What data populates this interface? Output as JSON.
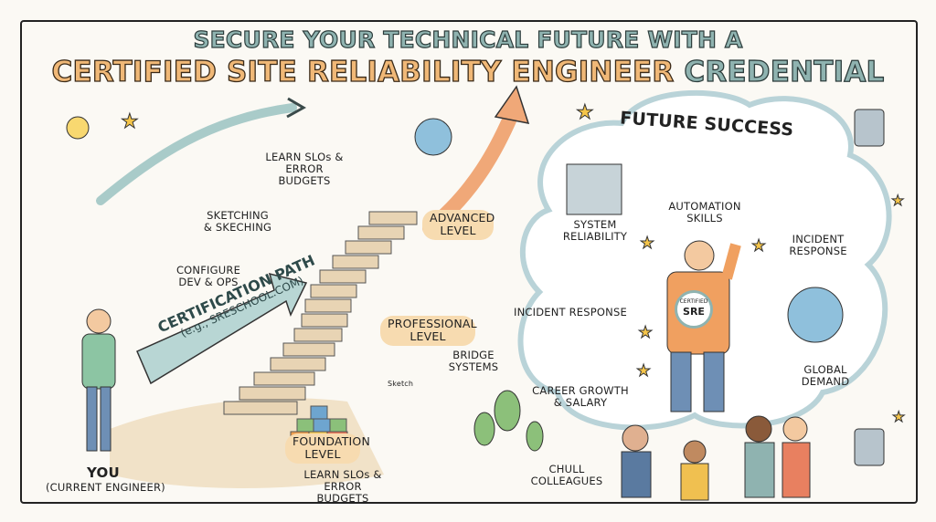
{
  "title": {
    "line1": "SECURE YOUR TECHNICAL FUTURE WITH A",
    "line2_part1": "CERTIFIED SITE RELIABILITY ENGINEER",
    "line2_part2": "CREDENTIAL"
  },
  "path": {
    "arrow_label": "CERTIFICATION PATH",
    "arrow_sublabel": "(e.g., SRESCHOOL.COM)",
    "you": "YOU",
    "you_sub": "(CURRENT ENGINEER)",
    "annotations": {
      "learn_top": "LEARN SLOs & ERROR BUDGETS",
      "sketching": "SKETCHING & SKECHING",
      "configure": "CONFIGURE DEV & OPS",
      "bridge": "BRIDGE SYSTEMS",
      "learn_bottom": "LEARN SLOs & ERROR BUDGETS",
      "colleagues": "CHULL COLLEAGUES",
      "whiteboard": "Sketch"
    },
    "levels": {
      "advanced": "ADVANCED LEVEL",
      "professional": "PROFESSIONAL LEVEL",
      "foundation": "FOUNDATION LEVEL"
    }
  },
  "future": {
    "heading": "FUTURE SUCCESS",
    "items": {
      "system_reliability": "SYSTEM RELIABILITY",
      "automation": "AUTOMATION SKILLS",
      "incident_right": "INCIDENT RESPONSE",
      "incident_left": "INCIDENT RESPONSE",
      "career": "CAREER GROWTH & SALARY",
      "global": "GLOBAL DEMAND"
    },
    "badge_top": "CERTIFIED",
    "badge_main": "SRE"
  },
  "colors": {
    "teal": "#8fb3b0",
    "orange": "#f0b877",
    "pill": "#f7dbb0"
  }
}
